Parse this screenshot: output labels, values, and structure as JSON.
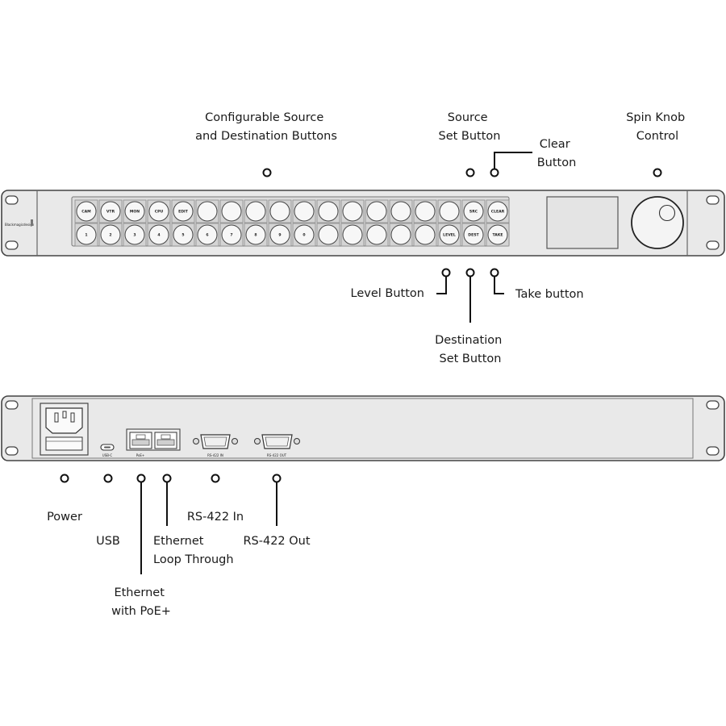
{
  "front_panel": {
    "brand": "Blackmagicdesign",
    "buttons_top": [
      "CAM",
      "VTR",
      "MON",
      "CPU",
      "EDIT",
      "",
      "",
      "",
      "",
      "",
      "",
      "",
      "",
      "",
      "",
      "",
      "SRC",
      "CLEAR"
    ],
    "buttons_bottom": [
      "1",
      "2",
      "3",
      "4",
      "5",
      "6",
      "7",
      "8",
      "9",
      "0",
      "",
      "",
      "",
      "",
      "",
      "LEVEL",
      "DEST",
      "TAKE"
    ]
  },
  "rear_panel": {
    "usb_label": "USB-C",
    "poe_label": "PoE+",
    "rs422_in_label": "RS-422 IN",
    "rs422_out_label": "RS-422 OUT"
  },
  "callouts": {
    "configurable": [
      "Configurable Source",
      "and Destination Buttons"
    ],
    "source_set": [
      "Source",
      "Set Button"
    ],
    "clear": [
      "Clear",
      "Button"
    ],
    "spin_knob": [
      "Spin Knob",
      "Control"
    ],
    "level": "Level Button",
    "destination_set": [
      "Destination",
      "Set Button"
    ],
    "take": "Take button",
    "power": "Power",
    "usb": "USB",
    "ethernet_loop": [
      "Ethernet",
      "Loop Through"
    ],
    "rs422_in": "RS-422 In",
    "rs422_out": "RS-422 Out",
    "ethernet_poe": [
      "Ethernet",
      "with PoE+"
    ]
  }
}
